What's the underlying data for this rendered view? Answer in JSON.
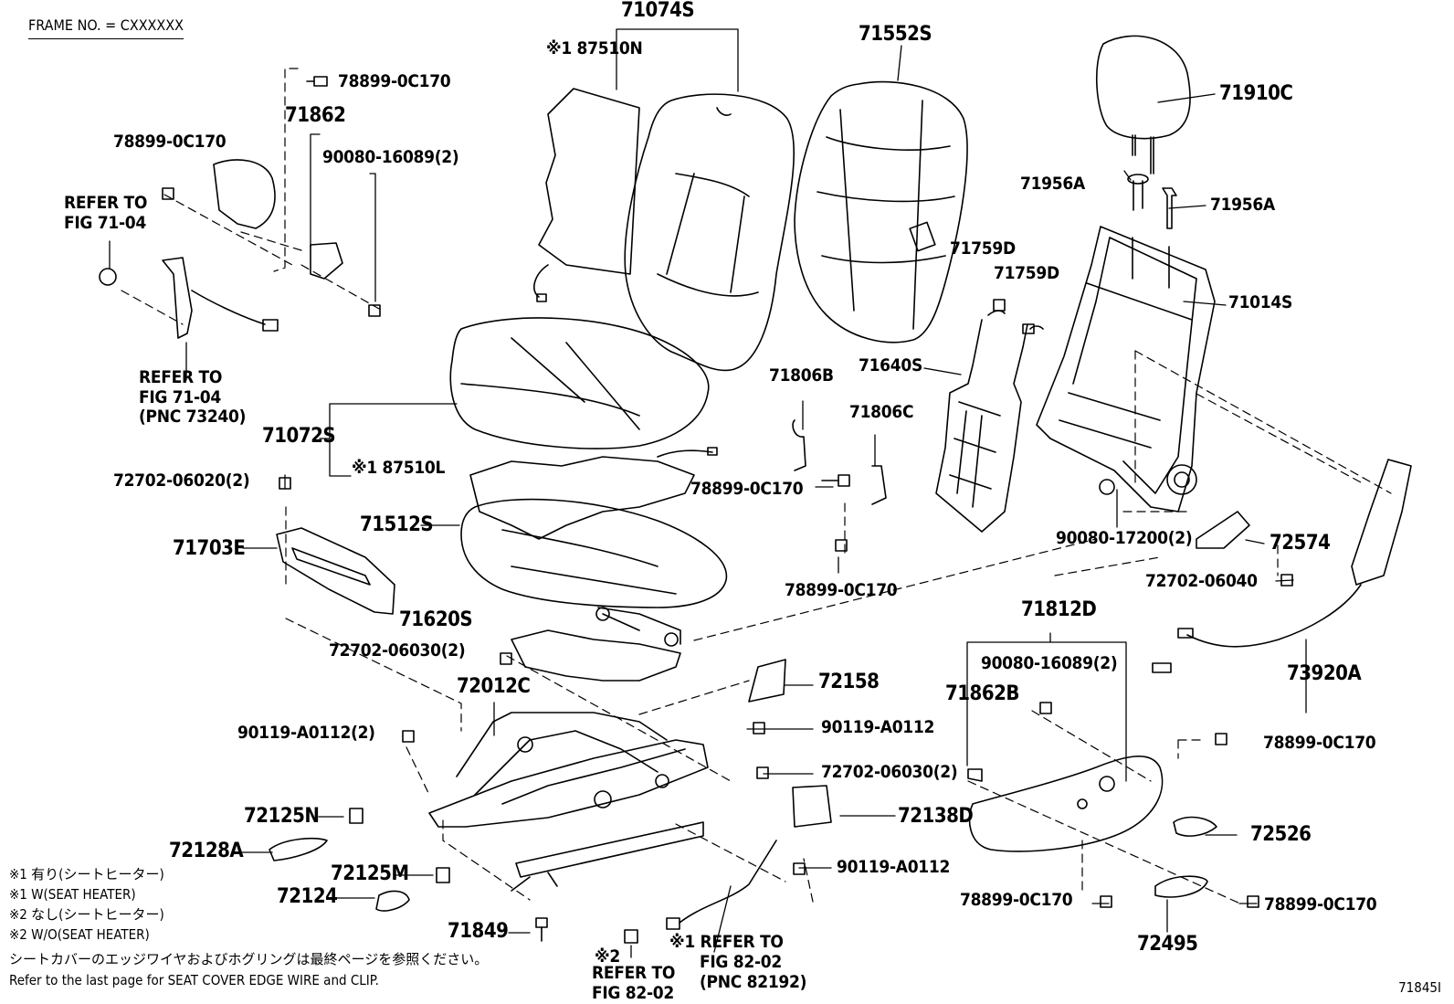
{
  "header": {
    "frame_no": "FRAME NO. = CXXXXXX"
  },
  "diagram_id": "71845I",
  "labels": {
    "p71074S": "71074S",
    "p87510N": "※1 87510N",
    "p71552S": "71552S",
    "p71910C": "71910C",
    "p78899_0C170_a": "78899-0C170",
    "p71862": "71862",
    "p78899_0C170_b": "78899-0C170",
    "p90080_16089_a": "90080-16089(2)",
    "refer_7104_a_1": "REFER TO",
    "refer_7104_a_2": "FIG 71-04",
    "p71956A_a": "71956A",
    "p71956A_b": "71956A",
    "p71759D_a": "71759D",
    "p71759D_b": "71759D",
    "p71014S": "71014S",
    "p71640S": "71640S",
    "refer_7104_b_1": "REFER TO",
    "refer_7104_b_2": "FIG 71-04",
    "refer_7104_b_3": "(PNC 73240)",
    "p71806B": "71806B",
    "p71806C": "71806C",
    "p71072S": "71072S",
    "p87510L": "※1 87510L",
    "p72702_06020": "72702-06020(2)",
    "p78899_0C170_c": "78899-0C170",
    "p90080_17200": "90080-17200(2)",
    "p71703E": "71703E",
    "p71512S": "71512S",
    "p72574": "72574",
    "p72702_06040": "72702-06040",
    "p78899_0C170_d": "78899-0C170",
    "p71812D": "71812D",
    "p71620S": "71620S",
    "p72702_06030_a": "72702-06030(2)",
    "p90080_16089_b": "90080-16089(2)",
    "p73920A": "73920A",
    "p72158": "72158",
    "p72012C": "72012C",
    "p71862B": "71862B",
    "p90119_A0112_a": "90119-A0112",
    "p90119_A0112_b": "90119-A0112(2)",
    "p78899_0C170_e": "78899-0C170",
    "p72702_06030_b": "72702-06030(2)",
    "p72125N": "72125N",
    "p72138D": "72138D",
    "p72128A": "72128A",
    "p72526": "72526",
    "p72125M": "72125M",
    "p90119_A0112_c": "90119-A0112",
    "p72124": "72124",
    "p78899_0C170_f": "78899-0C170",
    "p78899_0C170_g": "78899-0C170",
    "p71849": "71849",
    "p72495": "72495",
    "refer_8202_a_1": "※1 REFER TO",
    "refer_8202_a_2": "FIG 82-02",
    "refer_8202_a_3": "(PNC 82192)",
    "refer_8202_b_0": "※2",
    "refer_8202_b_1": "REFER TO",
    "refer_8202_b_2": "FIG 82-02"
  },
  "notes": {
    "n1": "※1 有り(シートヒーター)",
    "n2": "※1 W(SEAT HEATER)",
    "n3": "※2 なし(シートヒーター)",
    "n4": "※2 W/O(SEAT HEATER)",
    "n5": "シートカバーのエッジワイヤおよびホグリングは最終ページを参照ください。",
    "n6": "Refer to the last page for SEAT COVER EDGE WIRE and CLIP."
  }
}
